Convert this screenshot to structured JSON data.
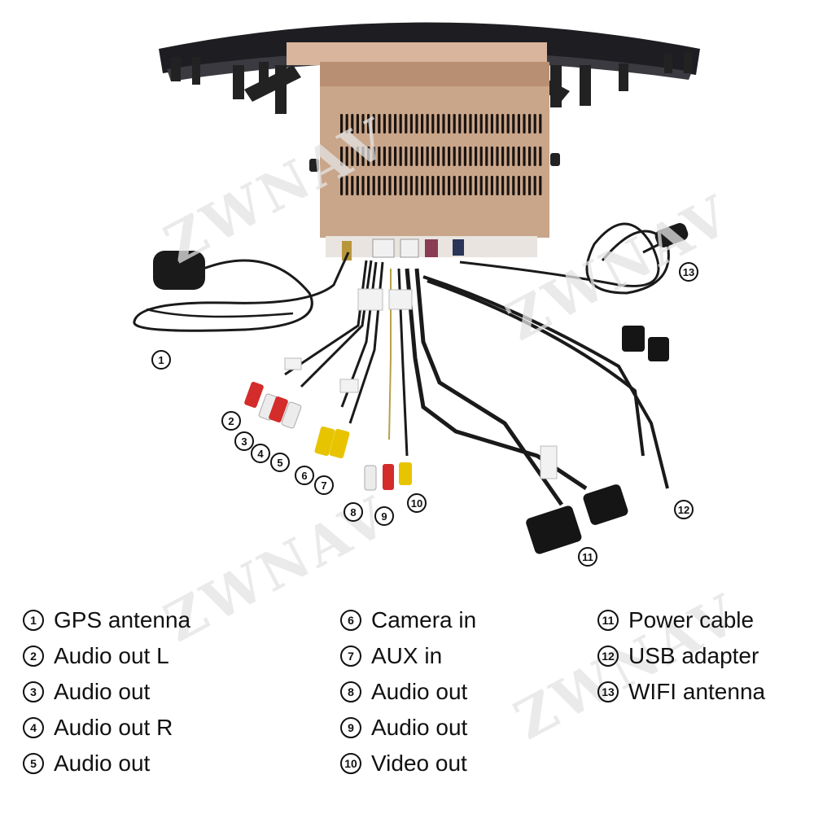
{
  "watermark": "ZWNAV",
  "callouts": [
    "1",
    "2",
    "3",
    "4",
    "5",
    "6",
    "7",
    "8",
    "9",
    "10",
    "11",
    "12",
    "13"
  ],
  "legend": {
    "col1": [
      {
        "num": "1",
        "label": "GPS antenna"
      },
      {
        "num": "2",
        "label": "Audio out L"
      },
      {
        "num": "3",
        "label": "Audio out"
      },
      {
        "num": "4",
        "label": "Audio out R"
      },
      {
        "num": "5",
        "label": "Audio out"
      }
    ],
    "col2": [
      {
        "num": "6",
        "label": "Camera in"
      },
      {
        "num": "7",
        "label": "AUX in"
      },
      {
        "num": "8",
        "label": "Audio out"
      },
      {
        "num": "9",
        "label": "Audio out"
      },
      {
        "num": "10",
        "label": "Video out"
      }
    ],
    "col3": [
      {
        "num": "11",
        "label": "Power cable"
      },
      {
        "num": "12",
        "label": "USB adapter"
      },
      {
        "num": "13",
        "label": "WIFI antenna"
      }
    ]
  },
  "colors": {
    "housing": "#c9a58a",
    "bezel": "#1e1e22",
    "cable": "#1a1a1a",
    "rca_red": "#d42b2b",
    "rca_white": "#ececec",
    "rca_yellow": "#e8c400"
  }
}
